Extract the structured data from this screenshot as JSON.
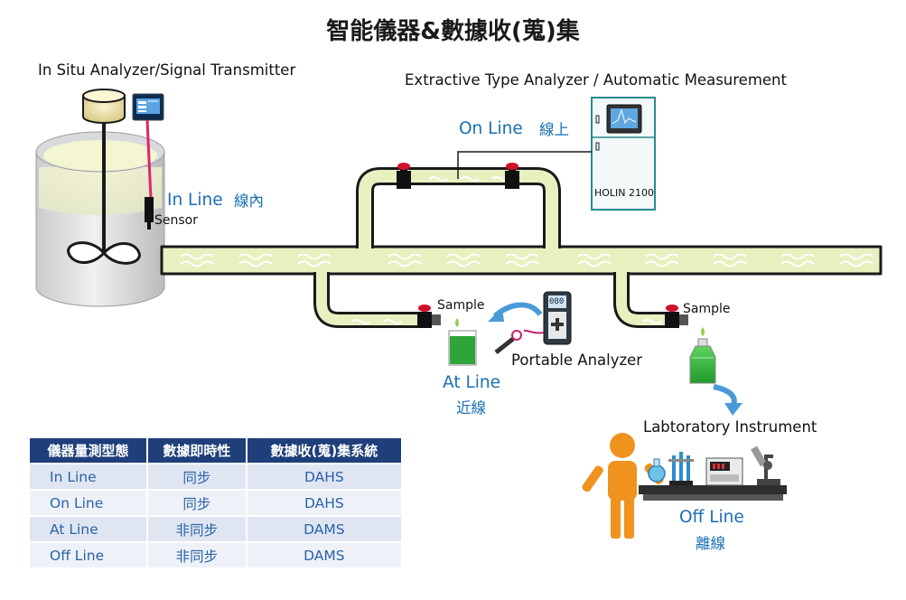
{
  "title": "智能儀器&數據收(蒐)集",
  "labels": {
    "in_situ": "In Situ Analyzer/Signal Transmitter",
    "extractive": "Extractive Type Analyzer / Automatic Measurement",
    "on_line_en": "On Line",
    "on_line_zh": "線上",
    "in_line_en": "In Line",
    "in_line_zh": "線內",
    "sensor": "Sensor",
    "holin": "HOLIN 2100",
    "sample_1": "Sample",
    "sample_2": "Sample",
    "portable": "Portable Analyzer",
    "at_line_en": "At Line",
    "at_line_zh": "近線",
    "lab": "Labtoratory Instrument",
    "off_line_en": "Off Line",
    "off_line_zh": "離線",
    "meter_display": "080"
  },
  "table": {
    "headers": [
      "儀器量測型態",
      "數據即時性",
      "數據收(蒐)集系統"
    ],
    "rows": [
      [
        "In Line",
        "同步",
        "DAHS"
      ],
      [
        "On Line",
        "同步",
        "DAHS"
      ],
      [
        "At Line",
        "非同步",
        "DAMS"
      ],
      [
        "Off Line",
        "非同步",
        "DAMS"
      ]
    ]
  },
  "colors": {
    "pipe_fill": "#e8f0c0",
    "pipe_outline": "#1a1a1a",
    "accent_blue": "#1a6fb3",
    "table_header": "#1e3f7a",
    "person": "#f0921e",
    "sample_green": "#36b436",
    "valve_red": "#d0112b"
  }
}
